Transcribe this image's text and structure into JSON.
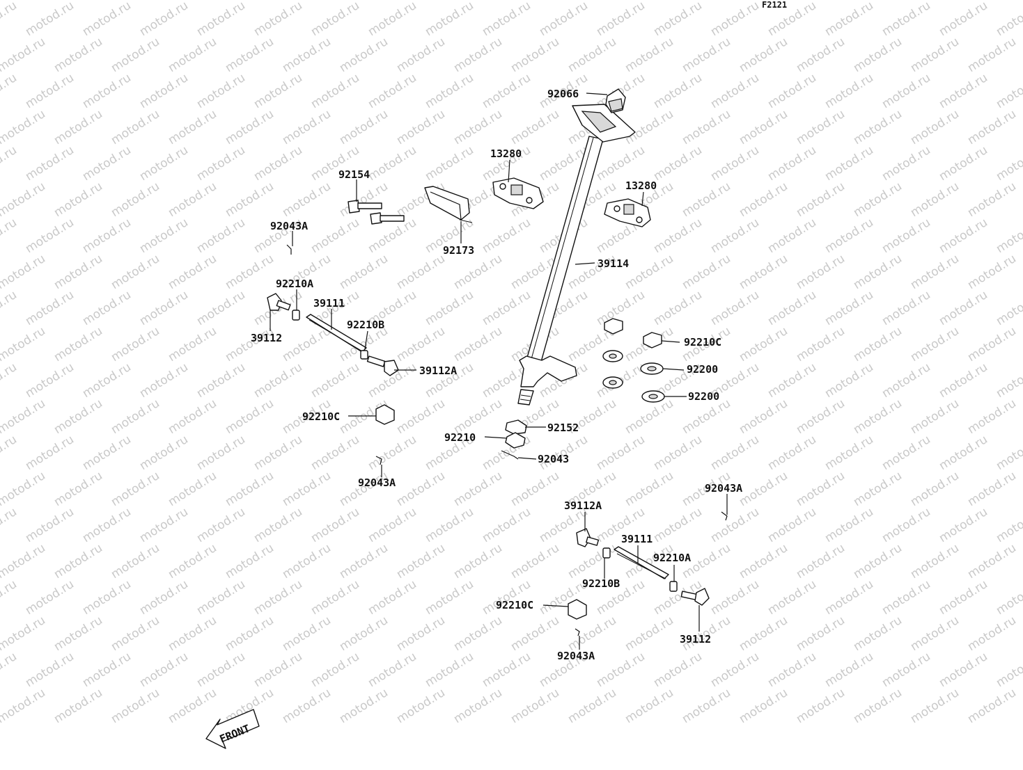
{
  "diagram": {
    "code": "F2121",
    "watermark": "motod.ru",
    "front_label": "FRONT",
    "labels": {
      "p92066": "92066",
      "p13280_top": "13280",
      "p13280_right": "13280",
      "p92154": "92154",
      "p92173": "92173",
      "p92043A_upper_left": "92043A",
      "p39114": "39114",
      "p92210A_left": "92210A",
      "p39111_left": "39111",
      "p39112_left": "39112",
      "p92210B_left": "92210B",
      "p39112A_left": "39112A",
      "p92210C_right": "92210C",
      "p92200_upper": "92200",
      "p92200_lower": "92200",
      "p92210C_left": "92210C",
      "p92152": "92152",
      "p92210": "92210",
      "p92043": "92043",
      "p92043A_lower_left": "92043A",
      "p92043A_right": "92043A",
      "p39112A_right": "39112A",
      "p39111_right": "39111",
      "p92210A_right": "92210A",
      "p92210B_right": "92210B",
      "p92210C_bottom": "92210C",
      "p39112_right": "39112",
      "p92043A_bottom": "92043A"
    }
  }
}
